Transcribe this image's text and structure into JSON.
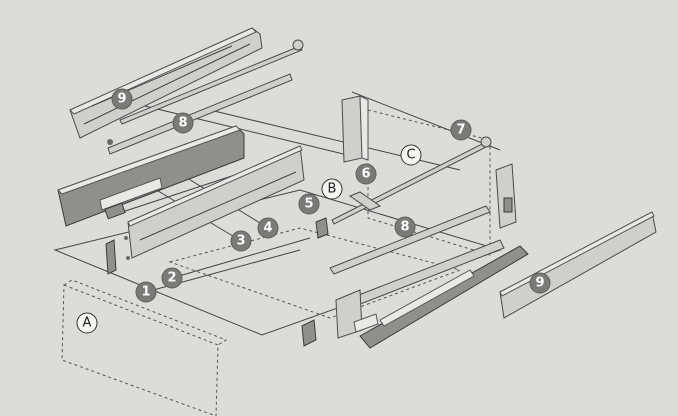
{
  "labels": {
    "A": "A",
    "B": "B",
    "C": "C",
    "p1": "1",
    "p2": "2",
    "p3": "3",
    "p4": "4",
    "p5": "5",
    "p6": "6",
    "p7": "7",
    "p8a": "8",
    "p8b": "8",
    "p9a": "9",
    "p9b": "9"
  },
  "colors": {
    "badge": "#7a7a76",
    "panel": "#cfcfcb",
    "background": "#dcdcd8"
  }
}
